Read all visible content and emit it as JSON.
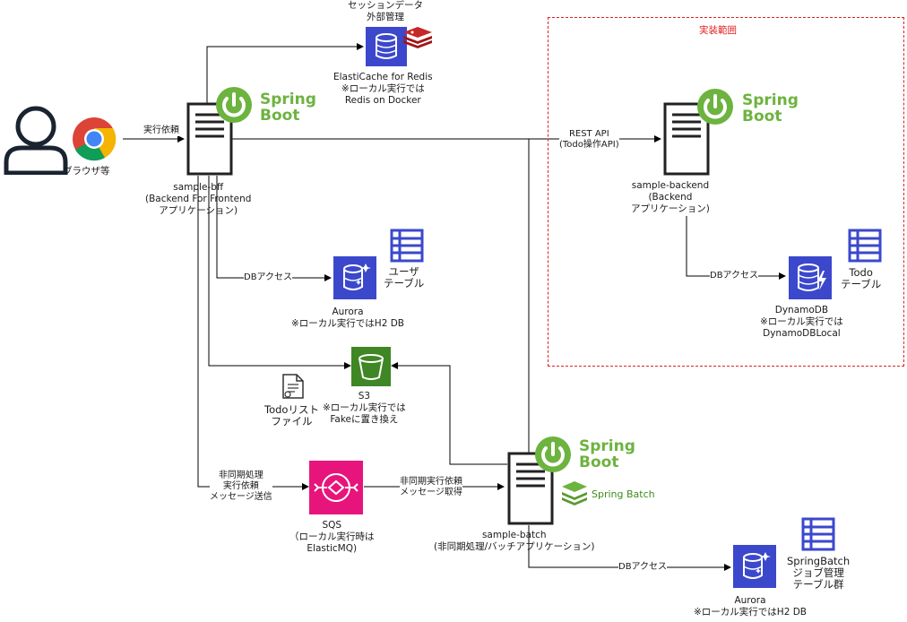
{
  "boundary": {
    "title": "実装範囲"
  },
  "user": {
    "label": "ブラウザ等"
  },
  "edges": {
    "request": "実行依頼",
    "rest_api": "REST API\n(Todo操作API)",
    "db_access_bff": "DBアクセス",
    "db_access_backend": "DBアクセス",
    "db_access_batch": "DBアクセス",
    "async_send": "非同期処理\n実行依頼\nメッセージ送信",
    "async_fetch": "非同期実行依頼\nメッセージ取得"
  },
  "nodes": {
    "redis": {
      "caption": "セッションデータ\n外部管理",
      "label": "ElastiCache for Redis\n※ローカル実行では\nRedis on Docker"
    },
    "bff": {
      "label": "sample-bff\n(Backend For Frontend\nアプリケーション)"
    },
    "backend": {
      "label": "sample-backend\n(Backend\nアプリケーション)"
    },
    "batch": {
      "label": "sample-batch\n(非同期処理/バッチアプリケーション)"
    },
    "aurora_bff": {
      "label": "Aurora\n※ローカル実行ではH2 DB"
    },
    "user_table": {
      "label": "ユーザ\nテーブル"
    },
    "dynamodb": {
      "label": "DynamoDB\n※ローカル実行では\nDynamoDBLocal"
    },
    "todo_table": {
      "label": "Todo\nテーブル"
    },
    "s3": {
      "label": "S3\n※ローカル実行では\nFakeに置き換え"
    },
    "todo_file": {
      "label": "Todoリスト\nファイル"
    },
    "sqs": {
      "label": "SQS\n（ローカル実行時は\nElasticMQ)"
    },
    "aurora_batch": {
      "label": "Aurora\n※ローカル実行ではH2 DB"
    },
    "batch_table": {
      "label": "SpringBatch\nジョブ管理\nテーブル群"
    }
  },
  "spring_boot": {
    "line1": "Spring",
    "line2": "Boot"
  },
  "spring_batch": {
    "label": "Spring Batch"
  },
  "colors": {
    "spring": "#6db33f",
    "boundary": "#e02020",
    "aws_db": "#3b48cc",
    "s3": "#3f8624",
    "sqs": "#e7157b",
    "redis": "#c62828"
  }
}
